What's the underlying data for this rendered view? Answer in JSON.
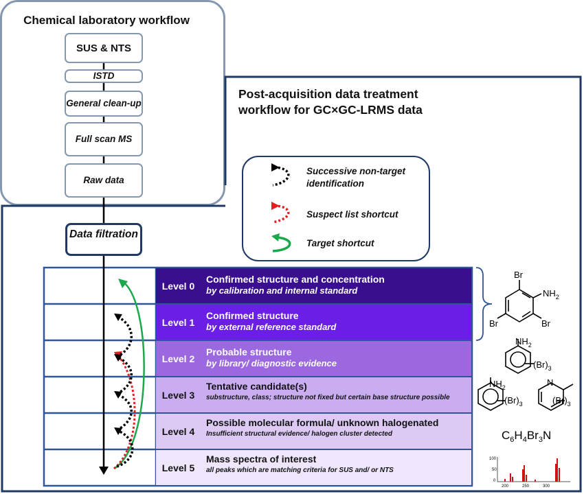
{
  "lab": {
    "title": "Chemical laboratory workflow",
    "steps": [
      "SUS & NTS",
      "ISTD",
      "General clean-up",
      "Full scan MS",
      "Raw data"
    ]
  },
  "post": {
    "title_line1": "Post-acquisition data treatment",
    "title_line2": "workflow for GC×GC-LRMS data"
  },
  "legend": {
    "nontarget": "Successive non-target identification",
    "suspect": "Suspect list shortcut",
    "target": "Target shortcut"
  },
  "filtration": "Data filtration",
  "levels": [
    {
      "label": "Level 0",
      "head": "Confirmed structure and concentration",
      "sub": "by calibration and internal standard",
      "bg": "#3a0f8f",
      "fg": "#ffffff"
    },
    {
      "label": "Level 1",
      "head": "Confirmed structure",
      "sub": "by external reference standard",
      "bg": "#6a1ee6",
      "fg": "#ffffff"
    },
    {
      "label": "Level 2",
      "head": "Probable structure",
      "sub": "by library/ diagnostic evidence",
      "bg": "#9c68e0",
      "fg": "#ffffff"
    },
    {
      "label": "Level 3",
      "head": "Tentative candidate(s)",
      "sub": "substructure, class; structure not fixed but certain base structure possible",
      "bg": "#c9adf0",
      "fg": "#111111"
    },
    {
      "label": "Level 4",
      "head": "Possible molecular formula/ unknown halogenated",
      "sub": "Insufficient structural evidence/ halogen cluster detected",
      "bg": "#dccaf4",
      "fg": "#111111"
    },
    {
      "label": "Level 5",
      "head": "Mass spectra of interest",
      "sub": "all peaks which are matching criteria for SUS and/ or NTS",
      "bg": "#efe6fb",
      "fg": "#111111"
    }
  ],
  "chem": {
    "br": "Br",
    "nh2": "NH2",
    "n": "N",
    "br3": "(Br)3",
    "formula": "C6H4Br3N"
  },
  "spectrum": {
    "yticks": [
      "100",
      "50",
      "0"
    ],
    "xticks": [
      "200",
      "250",
      "300"
    ]
  }
}
